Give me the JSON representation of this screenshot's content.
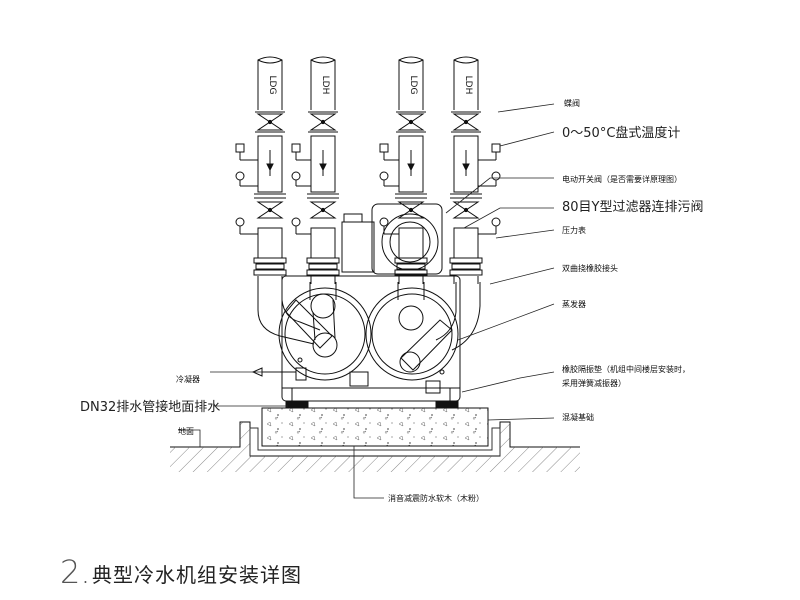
{
  "pipes": {
    "p1": "LDG",
    "p2": "LDH",
    "p3": "LDG",
    "p4": "LDH"
  },
  "labels": {
    "butterfly_valve": "蝶阀",
    "thermometer": "0～50°C盘式温度计",
    "motor_valve": "电动开关阀（是否需要详原理图）",
    "y_strainer": "80目Y型过滤器连排污阀",
    "pressure_gauge": "压力表",
    "flex_joint": "双曲挠橡胶接头",
    "evaporator": "蒸发器",
    "condenser": "冷凝器",
    "vibration_pad_1": "橡胶隔振垫（机组中间楼层安装时，",
    "vibration_pad_2": "采用弹簧减振器）",
    "drain": "DN32排水管接地面排水",
    "concrete_base": "混凝基础",
    "floor": "地面",
    "membrane": "消音减震防水软木（木粉）"
  },
  "title": {
    "number": "2.",
    "text": "典型冷水机组安装详图"
  }
}
